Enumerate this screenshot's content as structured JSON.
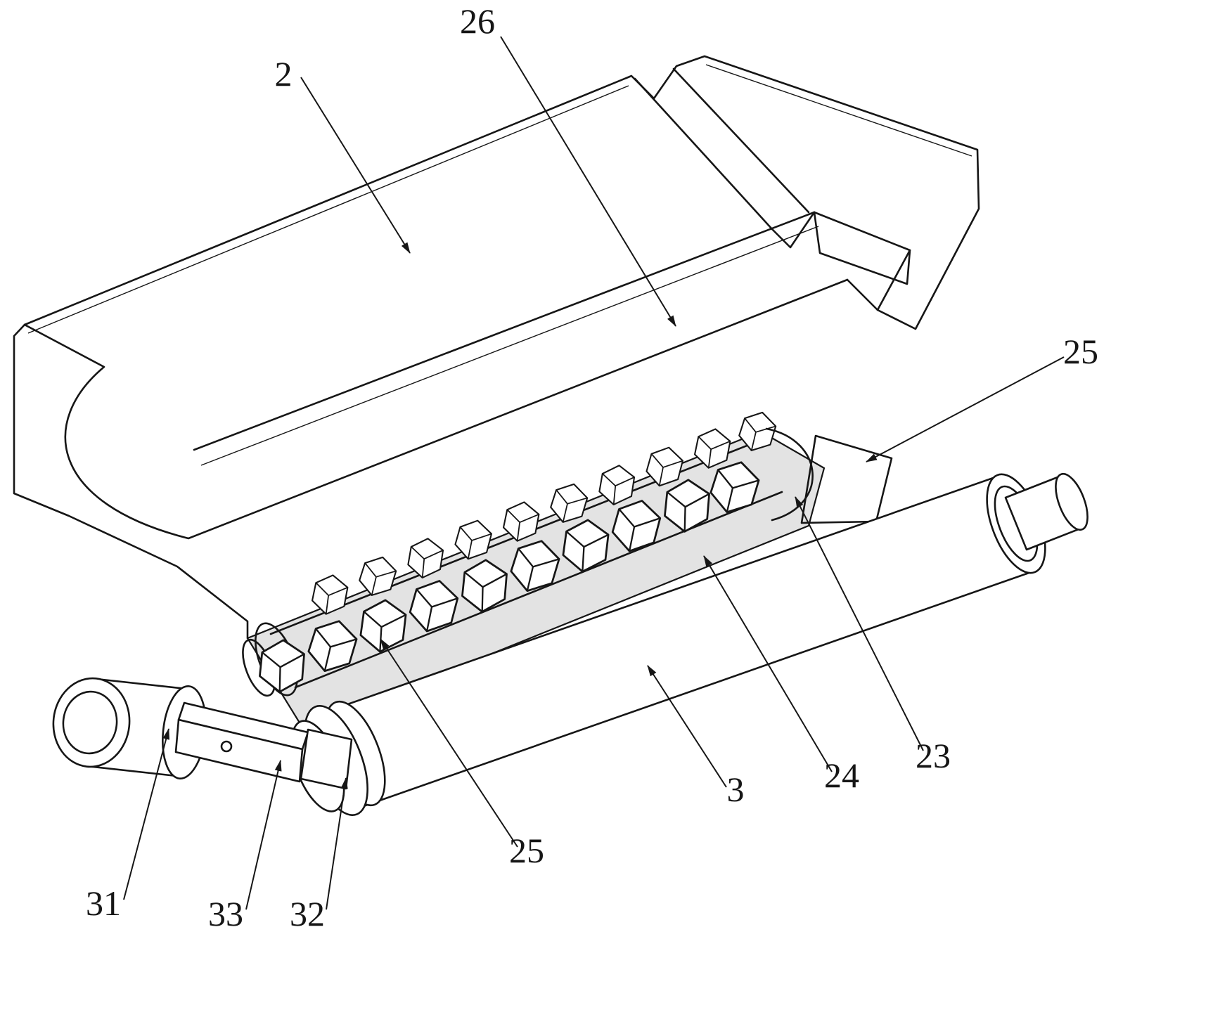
{
  "figure": {
    "type": "patent-line-drawing",
    "description": "Isometric line drawing of a clamp housing with helical screw conveyor, roller and crank handle",
    "background": "#ffffff",
    "line_color": "#161616",
    "labels": [
      {
        "id": "ref-2",
        "text": "2"
      },
      {
        "id": "ref-26",
        "text": "26"
      },
      {
        "id": "ref-25-right",
        "text": "25"
      },
      {
        "id": "ref-23",
        "text": "23"
      },
      {
        "id": "ref-24",
        "text": "24"
      },
      {
        "id": "ref-3",
        "text": "3"
      },
      {
        "id": "ref-25-bottom",
        "text": "25"
      },
      {
        "id": "ref-31",
        "text": "31"
      },
      {
        "id": "ref-33",
        "text": "33"
      },
      {
        "id": "ref-32",
        "text": "32"
      }
    ]
  }
}
